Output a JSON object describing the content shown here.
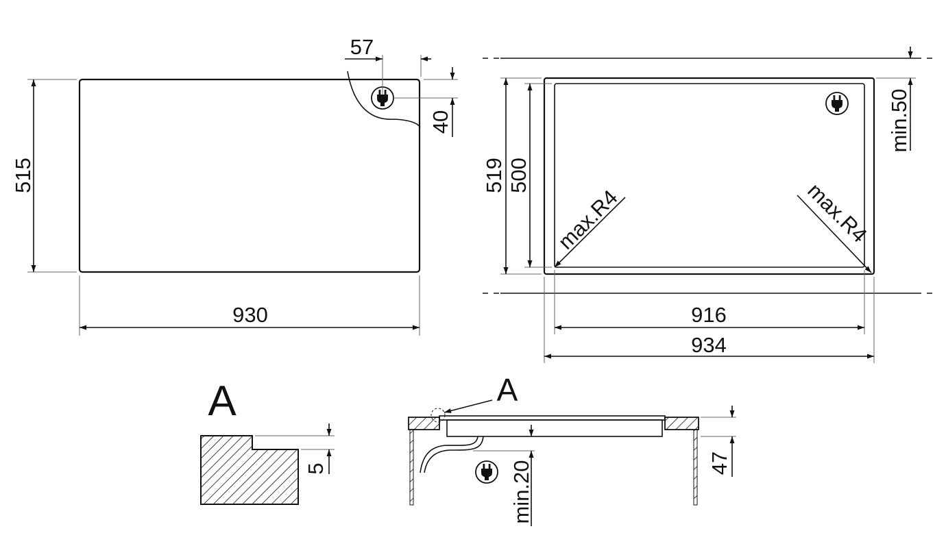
{
  "diagram": {
    "hob_plan": {
      "width_label": "930",
      "depth_label": "515",
      "plug_x_label": "57",
      "plug_y_label": "40"
    },
    "cutout_plan": {
      "depth_outer_label": "519",
      "depth_inner_label": "500",
      "width_inner_label": "916",
      "width_outer_label": "934",
      "clearance_label": "min.50",
      "radius_left_label": "max.R4",
      "radius_right_label": "max.R4"
    },
    "detail_a": {
      "letter": "A",
      "step_label": "5"
    },
    "section": {
      "detail_ref": "A",
      "clearance_label": "min.20",
      "height_label": "47"
    },
    "icons": [
      "plug-icon",
      "arrow-icon"
    ]
  }
}
